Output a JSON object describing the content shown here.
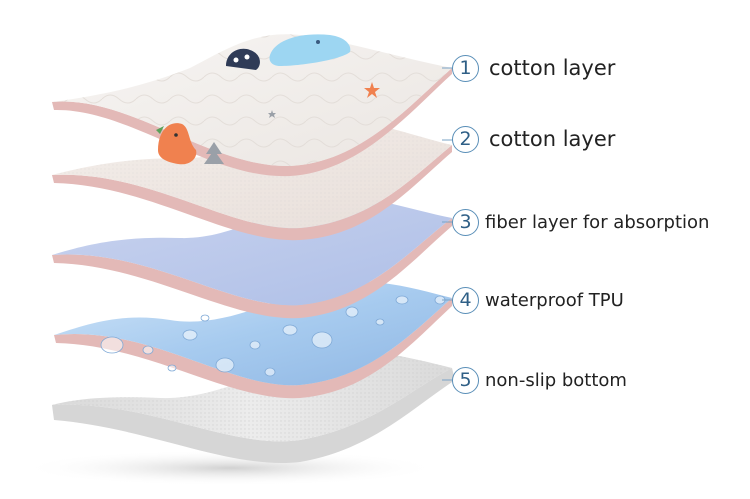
{
  "layers": [
    {
      "number": "1",
      "label": "cotton layer"
    },
    {
      "number": "2",
      "label": "cotton layer"
    },
    {
      "number": "3",
      "label": "fiber layer for absorption"
    },
    {
      "number": "4",
      "label": "waterproof TPU"
    },
    {
      "number": "5",
      "label": "non-slip bottom"
    }
  ],
  "colors": {
    "accent": "#5a8fb8",
    "cotton_top": "#f3f0ee",
    "cotton_second": "#efe8e4",
    "fiber": "#bcc9ea",
    "tpu": "#a9cdef",
    "bottom": "#e4e4e4",
    "edge": "#e3b9b7"
  },
  "icons": [
    "dinosaur-print-icon",
    "mushroom-print-icon",
    "tree-print-icon",
    "star-print-icon",
    "water-droplet-icon"
  ]
}
